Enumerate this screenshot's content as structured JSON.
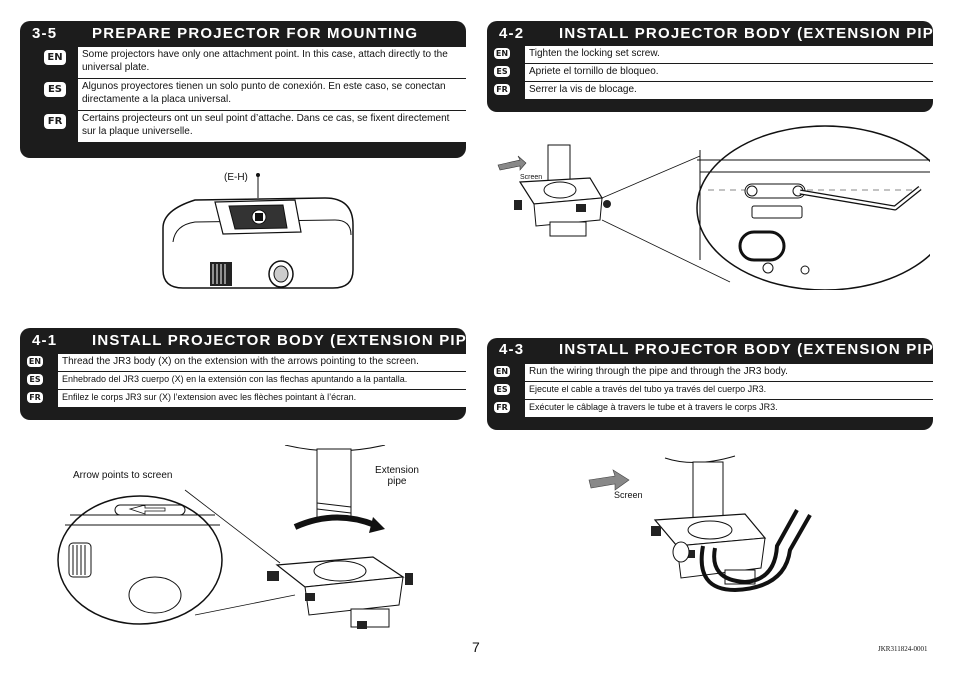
{
  "sections": {
    "s35": {
      "number": "3-5",
      "title": "PREPARE PROJECTOR FOR MOUNTING",
      "rows": [
        {
          "lang": "EN",
          "text": "Some projectors have only one attachment point.  In this case, attach directly to the universal plate."
        },
        {
          "lang": "ES",
          "text": "Algunos proyectores tienen un solo punto de conexión. En este caso, se conectan directamente a la placa universal."
        },
        {
          "lang": "FR",
          "text": "Certains projecteurs ont un seul point d’attache. Dans ce cas, se fixent directement sur la plaque universelle."
        }
      ]
    },
    "s41": {
      "number": "4-1",
      "title": "INSTALL PROJECTOR BODY (EXTENSION PIPE)",
      "rows": [
        {
          "lang": "EN",
          "text": "Thread the JR3 body (X) on the extension with the arrows pointing to the screen."
        },
        {
          "lang": "ES",
          "text": "Enhebrado del JR3 cuerpo (X) en la extensión con las flechas apuntando a la pantalla."
        },
        {
          "lang": "FR",
          "text": "Enfilez le corps JR3 sur (X) l’extension avec les flèches pointant à l’écran."
        }
      ]
    },
    "s42": {
      "number": "4-2",
      "title": "INSTALL PROJECTOR BODY (EXTENSION PIPE)",
      "rows": [
        {
          "lang": "EN",
          "text": "Tighten the locking set screw."
        },
        {
          "lang": "ES",
          "text": "Apriete el tornillo de bloqueo."
        },
        {
          "lang": "FR",
          "text": "Serrer la vis de blocage."
        }
      ]
    },
    "s43": {
      "number": "4-3",
      "title": "INSTALL PROJECTOR BODY (EXTENSION PIPE)",
      "rows": [
        {
          "lang": "EN",
          "text": "Run the wiring through the pipe and through the JR3 body."
        },
        {
          "lang": "ES",
          "text": "Ejecute el cable a través del tubo ya través del cuerpo JR3."
        },
        {
          "lang": "FR",
          "text": "Exécuter le câblage à travers le tube et à travers le corps JR3."
        }
      ]
    }
  },
  "captions": {
    "eh": "(E-H)",
    "screen_small": "Screen",
    "arrow_points": "Arrow points to screen",
    "extension_pipe": "Extension pipe",
    "screen_43": "Screen"
  },
  "footer": {
    "page_number": "7",
    "doc_id": "JKR311824-0001"
  }
}
